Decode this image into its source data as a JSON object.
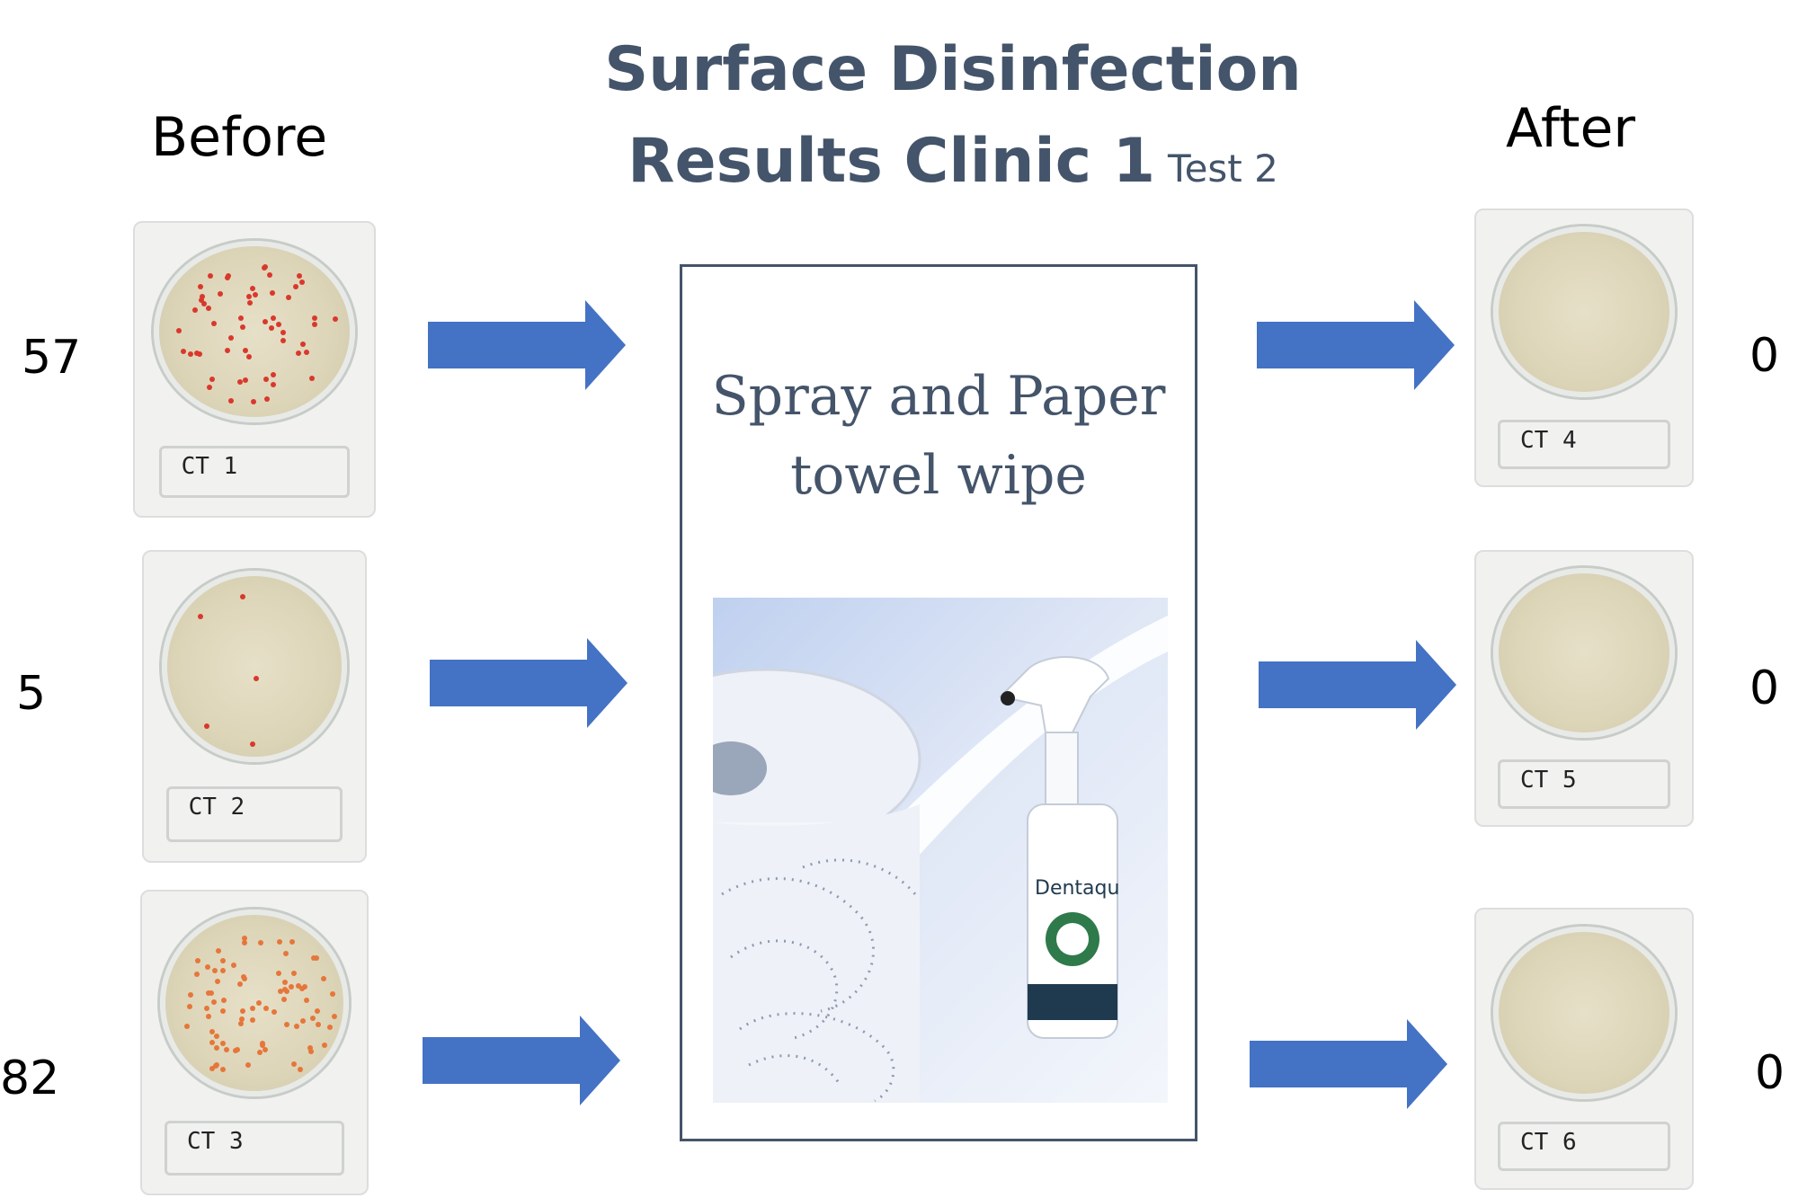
{
  "title": {
    "line1": "Surface Disinfection",
    "line2": "Results Clinic 1",
    "line2_suffix": "Test 2"
  },
  "before": {
    "heading": "Before",
    "counts": [
      "57",
      "5",
      "82"
    ],
    "plate_labels": [
      "CT 1",
      "CT 2",
      "CT 3"
    ]
  },
  "after": {
    "heading": "After",
    "counts": [
      "0",
      "0",
      "0"
    ],
    "plate_labels": [
      "CT 4",
      "CT 5",
      "CT 6"
    ]
  },
  "method": {
    "line1": "Spray and Paper",
    "line2": "towel wipe",
    "bottle_label": "Dentaqu"
  },
  "colors": {
    "title": "#44546a",
    "arrow": "#4472c4",
    "frame": "#44546a",
    "colony_red": "#d9382c",
    "colony_orange": "#e6763a"
  }
}
